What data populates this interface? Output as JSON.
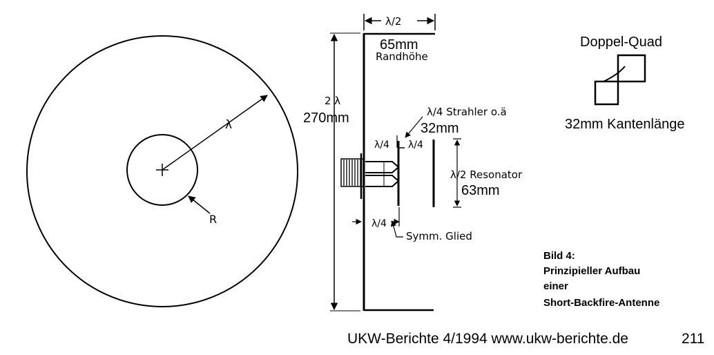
{
  "disc_view": {
    "lambda_label": "λ",
    "radius_label": "R"
  },
  "side_view": {
    "rim_half_lambda": "λ/2",
    "rim_height_value": "65mm",
    "rim_height_caption": "Randhöhe",
    "diameter_2lambda": "2 λ",
    "diameter_value": "270mm",
    "radiator_caption": "λ/4 Strahler o.ä",
    "radiator_value": "32mm",
    "quarter_left": "λ/4",
    "quarter_right": "λ/4",
    "resonator_caption": "λ/2 Resonator",
    "resonator_value": "63mm",
    "quarter_bottom": "λ/4",
    "balun_caption": "Symm. Glied"
  },
  "doppel_quad": {
    "title": "Doppel-Quad",
    "edge_caption": "32mm Kantenlänge"
  },
  "figure_caption": {
    "line1": "Bild 4:",
    "line2": "Prinzipieller Aufbau",
    "line3": "einer",
    "line4": "Short-Backfire-Antenne"
  },
  "footer": {
    "source": "UKW-Berichte 4/1994 www.ukw-berichte.de",
    "page_number": "211"
  }
}
